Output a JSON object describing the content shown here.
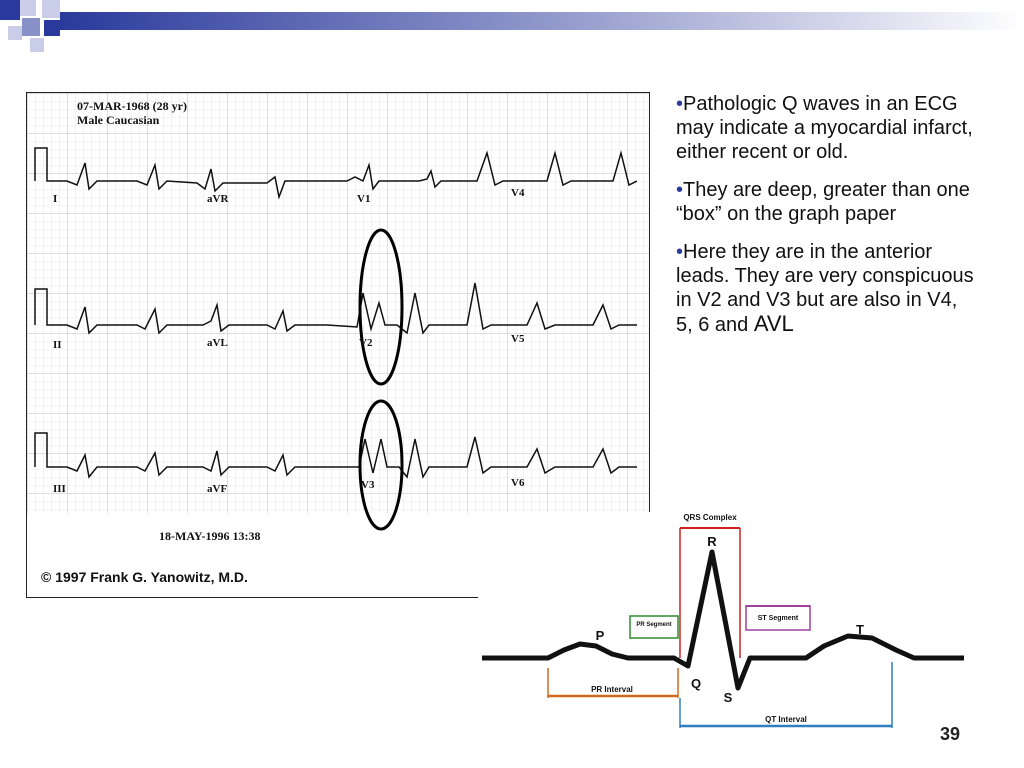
{
  "slide": {
    "page_number": "39",
    "accent_color": "#2a3a9c"
  },
  "ecg": {
    "header_date": "07-MAR-1968 (28 yr)",
    "header_patient": "Male   Caucasian",
    "leads_row1": [
      "I",
      "aVR",
      "V1",
      "V4"
    ],
    "leads_row2": [
      "II",
      "aVL",
      "V2",
      "V5"
    ],
    "leads_row3": [
      "III",
      "aVF",
      "V3",
      "V6"
    ],
    "record_date": "18-MAY-1996   13:38",
    "copyright": "© 1997 Frank G. Yanowitz, M.D."
  },
  "bullets": [
    {
      "text": "Pathologic Q waves in an ECG may indicate a myocardial infarct, either recent or old."
    },
    {
      "text": "They are deep, greater than one “box” on the graph paper"
    },
    {
      "text": "Here they are in the anterior leads.  They are very conspicuous in V2 and V3 but are also in V4, 5, 6 and ",
      "emphasis": "AVL"
    }
  ],
  "diagram": {
    "qrs_complex": "QRS Complex",
    "r": "R",
    "p": "P",
    "q": "Q",
    "s": "S",
    "t": "T",
    "pr_segment": "PR Segment",
    "st_segment": "ST Segment",
    "pr_interval": "PR Interval",
    "qt_interval": "QT Interval"
  }
}
